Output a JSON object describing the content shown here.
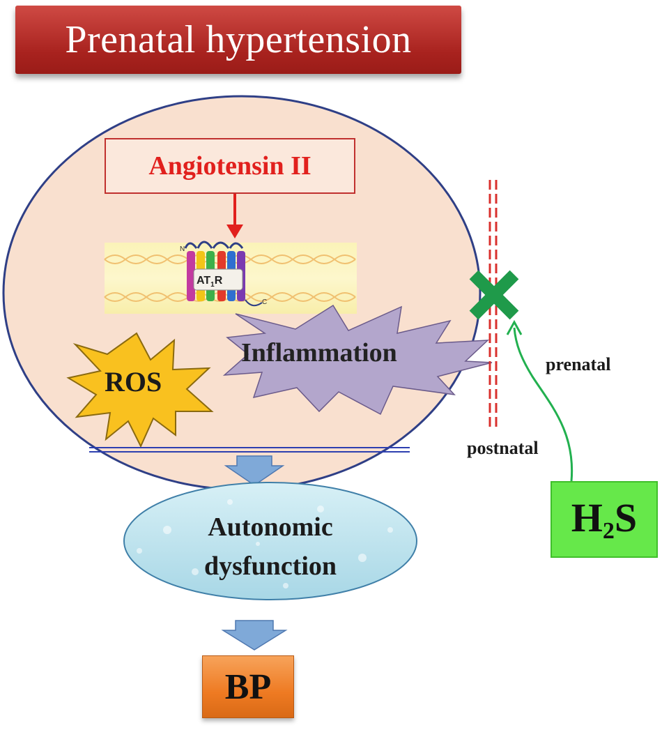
{
  "title": "Prenatal hypertension",
  "angiotensin": "Angiotensin II",
  "receptor": {
    "main": "AT",
    "sub": "1",
    "suffix": "R",
    "n_term": "N",
    "c_term": "C"
  },
  "ros": "ROS",
  "inflammation": "Inflammation",
  "autonomic": {
    "line1": "Autonomic",
    "line2": "dysfunction"
  },
  "bp": "BP",
  "h2s": {
    "main": "H",
    "sub": "2",
    "suffix": "S"
  },
  "prenatal": "prenatal",
  "postnatal": "postnatal",
  "colors": {
    "title_red": "#b52a25",
    "angiotensin_red": "#e1201d",
    "cell_fill": "#f9e0cf",
    "cell_border": "#2f3f86",
    "ros_fill": "#f9c11f",
    "inflammation_fill": "#b3a6cc",
    "block_green": "#1f9a4a",
    "arrow_green": "#22b04f",
    "blue_arrow": "#7fa9d8",
    "h2s_green": "#66e84a",
    "bp_orange": "#ee7a22"
  }
}
